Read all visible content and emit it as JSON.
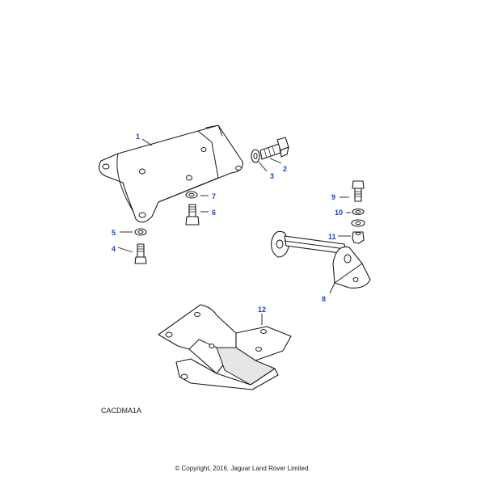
{
  "callouts": {
    "c1": "1",
    "c2": "2",
    "c3": "3",
    "c4": "4",
    "c5": "5",
    "c6": "6",
    "c7": "7",
    "c8": "8",
    "c9": "9",
    "c10": "10",
    "c11": "11",
    "c12": "12"
  },
  "colors": {
    "callout": "#1a3fd6",
    "line": "#1a1a1a"
  },
  "reference_code": "CACDMA1A",
  "copyright": "© Copyright, 2016. Jaguar Land Rover Limited."
}
